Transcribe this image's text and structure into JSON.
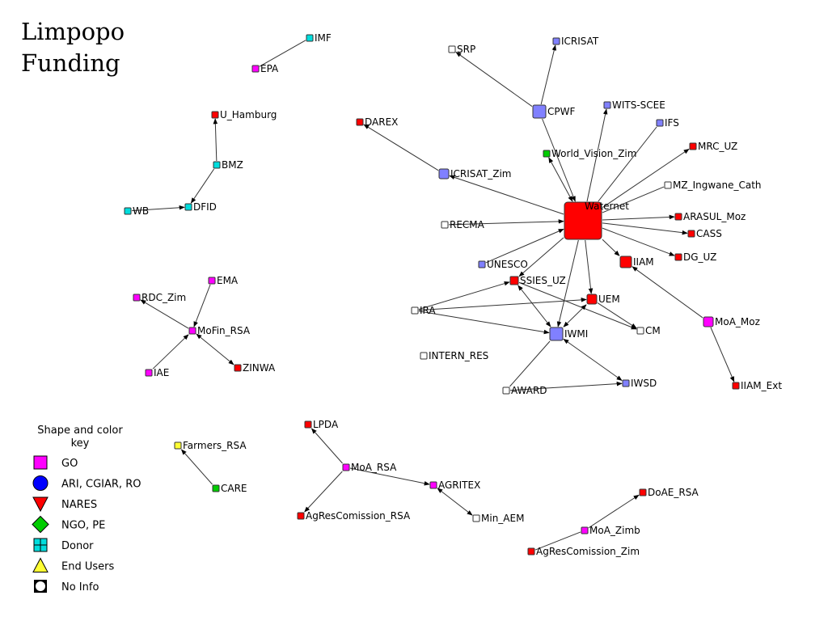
{
  "title_line1": "Limpopo",
  "title_line2": "Funding",
  "colors": {
    "GO": "#ff00ff",
    "ARI": "#8080ff",
    "NARES": "#ff0000",
    "NGO": "#00cc00",
    "Donor": "#00dddd",
    "EndUser": "#ffff33",
    "NoInfo": "#ffffff"
  },
  "nodes": [
    {
      "id": "IMF",
      "label": "IMF",
      "type": "Donor"
    },
    {
      "id": "EPA",
      "label": "EPA",
      "type": "GO"
    },
    {
      "id": "U_Hamburg",
      "label": "U_Hamburg",
      "type": "NARES"
    },
    {
      "id": "BMZ",
      "label": "BMZ",
      "type": "Donor"
    },
    {
      "id": "WB",
      "label": "WB",
      "type": "Donor"
    },
    {
      "id": "DFID",
      "label": "DFID",
      "type": "Donor"
    },
    {
      "id": "EMA",
      "label": "EMA",
      "type": "GO"
    },
    {
      "id": "RDC_Zim",
      "label": "RDC_Zim",
      "type": "GO"
    },
    {
      "id": "MoFin_RSA",
      "label": "MoFin_RSA",
      "type": "GO"
    },
    {
      "id": "IAE",
      "label": "IAE",
      "type": "GO"
    },
    {
      "id": "ZINWA",
      "label": "ZINWA",
      "type": "NARES"
    },
    {
      "id": "SRP",
      "label": "SRP",
      "type": "NoInfo"
    },
    {
      "id": "ICRISAT",
      "label": "ICRISAT",
      "type": "ARI"
    },
    {
      "id": "CPWF",
      "label": "CPWF",
      "type": "ARI"
    },
    {
      "id": "WITS-SCEE",
      "label": "WITS-SCEE",
      "type": "ARI"
    },
    {
      "id": "IFS",
      "label": "IFS",
      "type": "ARI"
    },
    {
      "id": "DAREX",
      "label": "DAREX",
      "type": "NARES"
    },
    {
      "id": "World_Vision_Zim",
      "label": "World_Vision_Zim",
      "type": "NGO"
    },
    {
      "id": "MRC_UZ",
      "label": "MRC_UZ",
      "type": "NARES"
    },
    {
      "id": "ICRISAT_Zim",
      "label": "ICRISAT_Zim",
      "type": "ARI"
    },
    {
      "id": "MZ_Ingwane_Cath",
      "label": "MZ_Ingwane_Cath",
      "type": "NoInfo"
    },
    {
      "id": "Waternet",
      "label": "Waternet",
      "type": "NARES"
    },
    {
      "id": "RECMA",
      "label": "RECMA",
      "type": "NoInfo"
    },
    {
      "id": "ARASUL_Moz",
      "label": "ARASUL_Moz",
      "type": "NARES"
    },
    {
      "id": "CASS",
      "label": "CASS",
      "type": "NARES"
    },
    {
      "id": "UNESCO",
      "label": "UNESCO",
      "type": "ARI"
    },
    {
      "id": "IIAM",
      "label": "IIAM",
      "type": "NARES"
    },
    {
      "id": "DG_UZ",
      "label": "DG_UZ",
      "type": "NARES"
    },
    {
      "id": "SSIES_UZ",
      "label": "SSIES_UZ",
      "type": "NARES"
    },
    {
      "id": "UEM",
      "label": "UEM",
      "type": "NARES"
    },
    {
      "id": "IRA",
      "label": "IRA",
      "type": "NoInfo"
    },
    {
      "id": "CM",
      "label": "CM",
      "type": "NoInfo"
    },
    {
      "id": "IWMI",
      "label": "IWMI",
      "type": "ARI"
    },
    {
      "id": "MoA_Moz",
      "label": "MoA_Moz",
      "type": "GO"
    },
    {
      "id": "INTERN_RES",
      "label": "INTERN_RES",
      "type": "NoInfo"
    },
    {
      "id": "AWARD",
      "label": "AWARD",
      "type": "NoInfo"
    },
    {
      "id": "IWSD",
      "label": "IWSD",
      "type": "ARI"
    },
    {
      "id": "IIAM_Ext",
      "label": "IIAM_Ext",
      "type": "NARES"
    },
    {
      "id": "LPDA",
      "label": "LPDA",
      "type": "NARES"
    },
    {
      "id": "Farmers_RSA",
      "label": "Farmers_RSA",
      "type": "EndUser"
    },
    {
      "id": "MoA_RSA",
      "label": "MoA_RSA",
      "type": "GO"
    },
    {
      "id": "AGRITEX",
      "label": "AGRITEX",
      "type": "GO"
    },
    {
      "id": "CARE",
      "label": "CARE",
      "type": "NGO"
    },
    {
      "id": "AgResComission_RSA",
      "label": "AgResComission_RSA",
      "type": "NARES"
    },
    {
      "id": "Min_AEM",
      "label": "Min_AEM",
      "type": "NoInfo"
    },
    {
      "id": "DoAE_RSA",
      "label": "DoAE_RSA",
      "type": "NARES"
    },
    {
      "id": "MoA_Zimb",
      "label": "MoA_Zimb",
      "type": "GO"
    },
    {
      "id": "AgResComission_Zim",
      "label": "AgResComission_Zim",
      "type": "NARES"
    }
  ],
  "edges": [
    {
      "from": "EPA",
      "to": "IMF",
      "arrow": "none"
    },
    {
      "from": "BMZ",
      "to": "U_Hamburg",
      "arrow": "to"
    },
    {
      "from": "BMZ",
      "to": "DFID",
      "arrow": "to"
    },
    {
      "from": "WB",
      "to": "DFID",
      "arrow": "to"
    },
    {
      "from": "EMA",
      "to": "MoFin_RSA",
      "arrow": "to"
    },
    {
      "from": "MoFin_RSA",
      "to": "RDC_Zim",
      "arrow": "to"
    },
    {
      "from": "IAE",
      "to": "MoFin_RSA",
      "arrow": "to"
    },
    {
      "from": "MoFin_RSA",
      "to": "ZINWA",
      "arrow": "both"
    },
    {
      "from": "CPWF",
      "to": "SRP",
      "arrow": "to"
    },
    {
      "from": "CPWF",
      "to": "ICRISAT",
      "arrow": "to"
    },
    {
      "from": "CPWF",
      "to": "Waternet",
      "arrow": "to"
    },
    {
      "from": "ICRISAT_Zim",
      "to": "DAREX",
      "arrow": "to"
    },
    {
      "from": "Waternet",
      "to": "ICRISAT_Zim",
      "arrow": "to"
    },
    {
      "from": "Waternet",
      "to": "World_Vision_Zim",
      "arrow": "both"
    },
    {
      "from": "Waternet",
      "to": "WITS-SCEE",
      "arrow": "to"
    },
    {
      "from": "Waternet",
      "to": "IFS",
      "arrow": "none"
    },
    {
      "from": "Waternet",
      "to": "MRC_UZ",
      "arrow": "to"
    },
    {
      "from": "Waternet",
      "to": "MZ_Ingwane_Cath",
      "arrow": "none"
    },
    {
      "from": "RECMA",
      "to": "Waternet",
      "arrow": "to"
    },
    {
      "from": "Waternet",
      "to": "ARASUL_Moz",
      "arrow": "to"
    },
    {
      "from": "Waternet",
      "to": "CASS",
      "arrow": "to"
    },
    {
      "from": "Waternet",
      "to": "DG_UZ",
      "arrow": "to"
    },
    {
      "from": "Waternet",
      "to": "IIAM",
      "arrow": "to"
    },
    {
      "from": "Waternet",
      "to": "UEM",
      "arrow": "to"
    },
    {
      "from": "Waternet",
      "to": "IWMI",
      "arrow": "to"
    },
    {
      "from": "Waternet",
      "to": "SSIES_UZ",
      "arrow": "to"
    },
    {
      "from": "UNESCO",
      "to": "Waternet",
      "arrow": "to"
    },
    {
      "from": "IRA",
      "to": "SSIES_UZ",
      "arrow": "to"
    },
    {
      "from": "IRA",
      "to": "UEM",
      "arrow": "to"
    },
    {
      "from": "IRA",
      "to": "IWMI",
      "arrow": "to"
    },
    {
      "from": "SSIES_UZ",
      "to": "CM",
      "arrow": "to"
    },
    {
      "from": "SSIES_UZ",
      "to": "IWMI",
      "arrow": "both"
    },
    {
      "from": "UEM",
      "to": "IWMI",
      "arrow": "both"
    },
    {
      "from": "UEM",
      "to": "CM",
      "arrow": "to"
    },
    {
      "from": "MoA_Moz",
      "to": "IIAM",
      "arrow": "to"
    },
    {
      "from": "MoA_Moz",
      "to": "IIAM_Ext",
      "arrow": "to"
    },
    {
      "from": "IWMI",
      "to": "AWARD",
      "arrow": "none"
    },
    {
      "from": "IWMI",
      "to": "IWSD",
      "arrow": "both"
    },
    {
      "from": "AWARD",
      "to": "IWSD",
      "arrow": "to"
    },
    {
      "from": "MoA_RSA",
      "to": "LPDA",
      "arrow": "to"
    },
    {
      "from": "MoA_RSA",
      "to": "AGRITEX",
      "arrow": "to"
    },
    {
      "from": "MoA_RSA",
      "to": "AgResComission_RSA",
      "arrow": "to"
    },
    {
      "from": "AGRITEX",
      "to": "Min_AEM",
      "arrow": "both"
    },
    {
      "from": "CARE",
      "to": "Farmers_RSA",
      "arrow": "to"
    },
    {
      "from": "MoA_Zimb",
      "to": "DoAE_RSA",
      "arrow": "to"
    },
    {
      "from": "AgResComission_Zim",
      "to": "MoA_Zimb",
      "arrow": "none"
    }
  ],
  "legend": {
    "title": "Shape and color key",
    "items": [
      {
        "label": "GO",
        "shape": "square",
        "color": "#ff00ff"
      },
      {
        "label": "ARI, CGIAR, RO",
        "shape": "circle",
        "color": "#0000ff"
      },
      {
        "label": "NARES",
        "shape": "triangle-down",
        "color": "#ff0000"
      },
      {
        "label": "NGO, PE",
        "shape": "diamond",
        "color": "#00cc00"
      },
      {
        "label": "Donor",
        "shape": "box-plus",
        "color": "#00dddd"
      },
      {
        "label": "End Users",
        "shape": "triangle-up",
        "color": "#ffff33"
      },
      {
        "label": "No Info",
        "shape": "circle-in-box",
        "color": "#ffffff"
      }
    ]
  }
}
